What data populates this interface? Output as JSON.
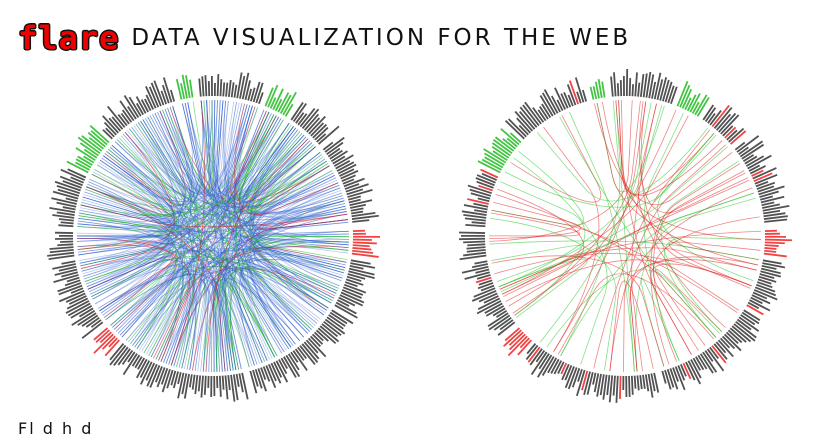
{
  "header": {
    "logo_text": "flare",
    "tagline": "DATA VISUALIZATION FOR THE WEB"
  },
  "caption": "Fl              d                                                                  h             d",
  "colors": {
    "background": "#ffffff",
    "logo": "#f00000",
    "edge_default": "#2f5fcf",
    "edge_source": "#27c427",
    "edge_target": "#e02020",
    "label_default": "#333333",
    "label_source": "#22bb22",
    "label_target": "#ee2222"
  },
  "icons": {
    "logo": "flare-logo-icon"
  }
}
